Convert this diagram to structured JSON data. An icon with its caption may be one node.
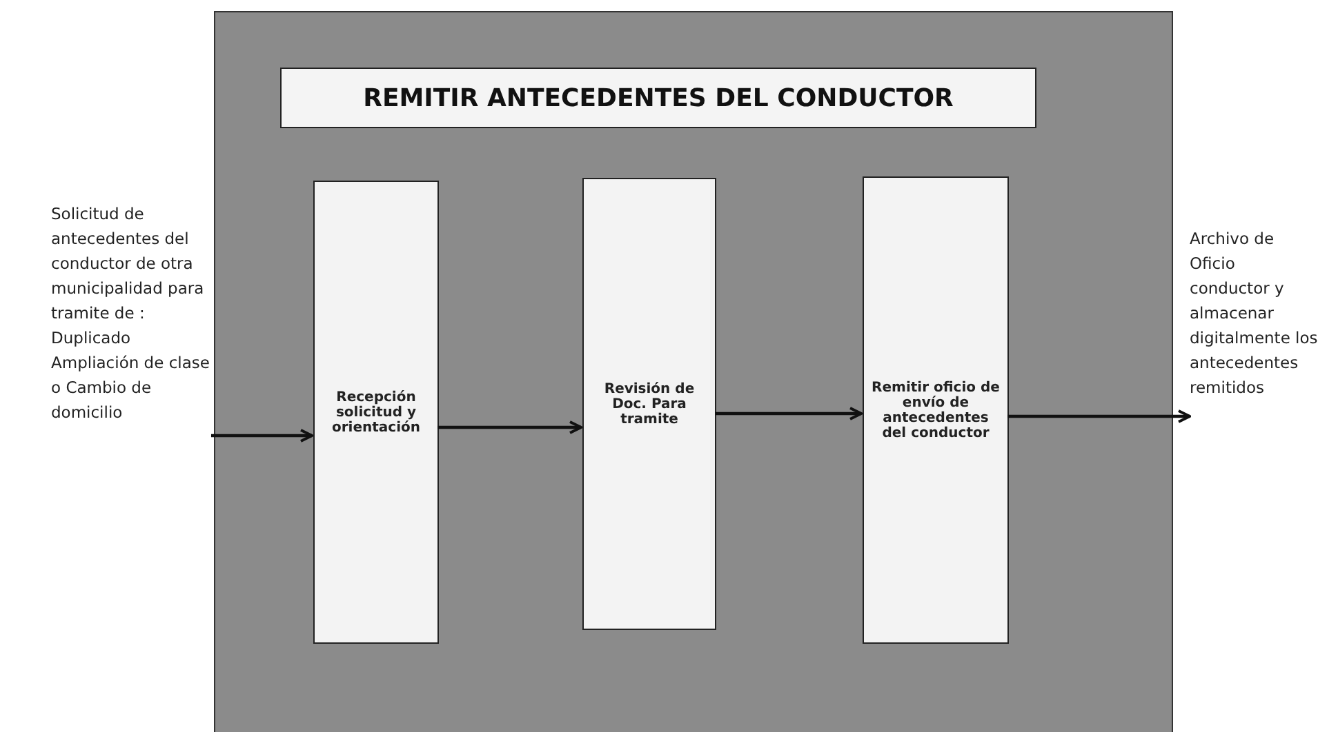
{
  "diagram": {
    "nodes": [
      {
        "text": [],
        "shape": "box"
      },
      {
        "text": [
          "REMITIR ANTECEDENTES DEL CONDUCTOR"
        ],
        "in": 0
      },
      {
        "text": [
          "Solicitud de antecedentes del conductor de otra municipalidad para tramite de : Duplicado Ampliación de clase o Cambio de domicilio"
        ]
      },
      {
        "text": [
          "Recepción solicitud y orientación"
        ],
        "in": 0
      },
      {
        "text": [
          "Revisión de Doc. Para tramite"
        ],
        "in": 0
      },
      {
        "text": [
          "Remitir oficio de envío de antecedentes del conductor"
        ],
        "in": 0
      },
      {
        "text": [
          "Archivo de Oficio conductor y almacenar digitalmente los antecedentes remitidos"
        ]
      }
    ],
    "edges": [
      {
        "from": 2,
        "to": 3,
        "arrow": "to"
      },
      {
        "from": 3,
        "to": 4,
        "arrow": "to"
      },
      {
        "from": 4,
        "to": 5,
        "arrow": "to"
      },
      {
        "from": 5,
        "to": 6,
        "arrow": "to"
      }
    ]
  }
}
